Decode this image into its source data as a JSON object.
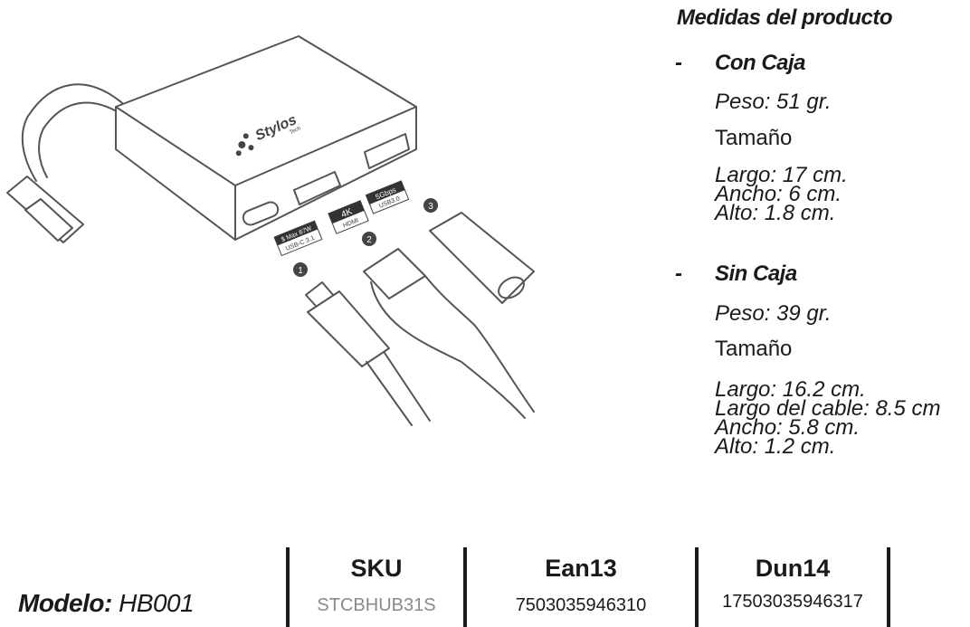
{
  "product": {
    "brand_logo": "Stylos",
    "brand_logo_sub": "Tech",
    "port_labels": [
      {
        "line1": "$ Max 87W",
        "line2": "USB-C 3.1",
        "number": "1"
      },
      {
        "line1": "4K",
        "line2": "HDMI",
        "number": "2"
      },
      {
        "line1": "5Gbps",
        "line2": "USB3.0",
        "number": "3"
      }
    ]
  },
  "specs": {
    "title": "Medidas del producto",
    "with_box": {
      "dash": "-",
      "label": "Con Caja",
      "weight": "Peso: 51 gr.",
      "size_label": "Tamaño",
      "dims": [
        "Largo: 17 cm.",
        "Ancho: 6 cm.",
        "Alto: 1.8 cm."
      ]
    },
    "without_box": {
      "dash": "-",
      "label": "Sin Caja",
      "weight": "Peso: 39 gr.",
      "size_label": "Tamaño",
      "dims": [
        "Largo: 16.2 cm.",
        "Largo del cable: 8.5 cm",
        "Ancho: 5.8 cm.",
        "Alto: 1.2 cm."
      ]
    }
  },
  "table": {
    "model_label": "Modelo:",
    "model_value": " HB001",
    "columns": [
      {
        "header": "SKU",
        "value": "STCBHUB31S"
      },
      {
        "header": "Ean13",
        "value": "7503035946310"
      },
      {
        "header": "Dun14",
        "value": "17503035946317"
      }
    ]
  },
  "colors": {
    "text": "#1a1a1a",
    "muted": "#8a8a8a",
    "line": "#555555"
  }
}
